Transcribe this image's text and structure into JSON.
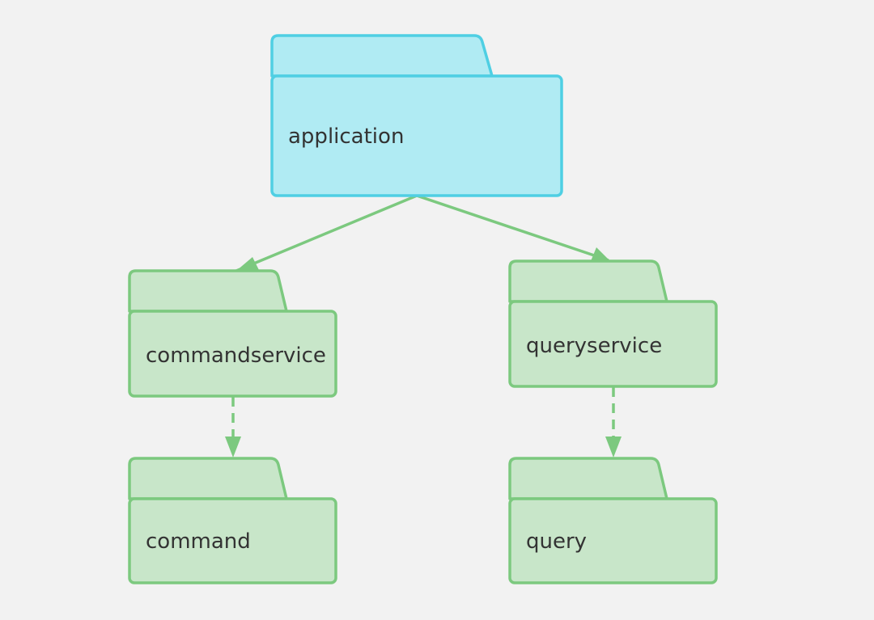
{
  "diagram": {
    "packages": {
      "application": {
        "label": "application",
        "fill": "#b0ebf3",
        "stroke": "#4fcfe3"
      },
      "commandservice": {
        "label": "commandservice",
        "fill": "#c8e6c9",
        "stroke": "#7cc97f"
      },
      "queryservice": {
        "label": "queryservice",
        "fill": "#c8e6c9",
        "stroke": "#7cc97f"
      },
      "command": {
        "label": "command",
        "fill": "#c8e6c9",
        "stroke": "#7cc97f"
      },
      "query": {
        "label": "query",
        "fill": "#c8e6c9",
        "stroke": "#7cc97f"
      }
    },
    "connectors": [
      {
        "from": "application",
        "to": "commandservice",
        "style": "solid",
        "color": "#7cc97f"
      },
      {
        "from": "application",
        "to": "queryservice",
        "style": "solid",
        "color": "#7cc97f"
      },
      {
        "from": "commandservice",
        "to": "command",
        "style": "dashed",
        "color": "#7cc97f"
      },
      {
        "from": "queryservice",
        "to": "query",
        "style": "dashed",
        "color": "#7cc97f"
      }
    ]
  }
}
